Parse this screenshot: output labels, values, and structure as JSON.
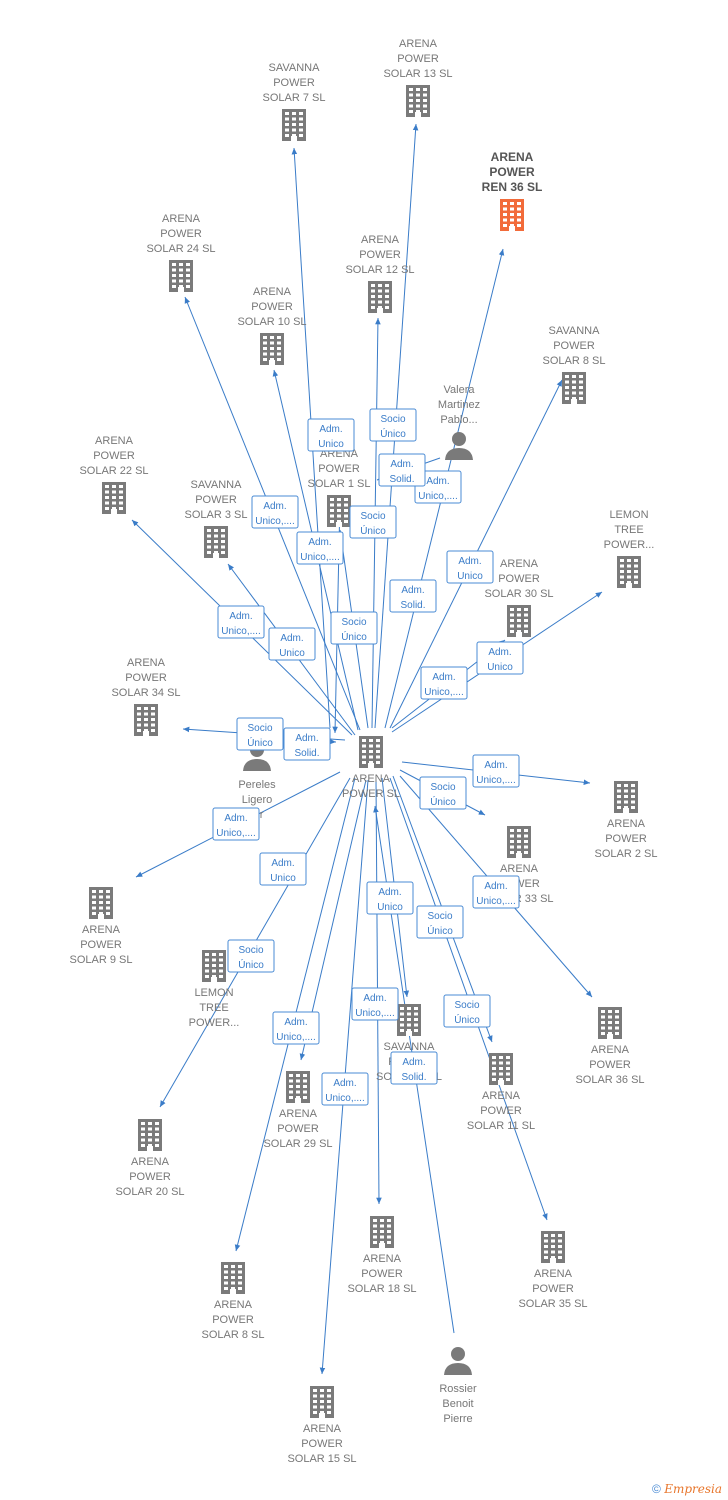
{
  "colors": {
    "edge": "#3a7cc8",
    "node": "#7a7a7a",
    "highlight": "#f26b3a"
  },
  "nodes": [
    {
      "id": "center",
      "type": "company",
      "lines": [
        "ARENA",
        "POWER  SL"
      ]
    },
    {
      "id": "sav7",
      "type": "company",
      "lines": [
        "SAVANNA",
        "POWER",
        "SOLAR 7  SL"
      ]
    },
    {
      "id": "ar13",
      "type": "company",
      "lines": [
        "ARENA",
        "POWER",
        "SOLAR 13  SL"
      ]
    },
    {
      "id": "ren36",
      "type": "company",
      "highlight": true,
      "lines": [
        "ARENA",
        "POWER",
        "REN 36  SL"
      ]
    },
    {
      "id": "ar24",
      "type": "company",
      "lines": [
        "ARENA",
        "POWER",
        "SOLAR 24  SL"
      ]
    },
    {
      "id": "ar12",
      "type": "company",
      "lines": [
        "ARENA",
        "POWER",
        "SOLAR 12  SL"
      ]
    },
    {
      "id": "ar10",
      "type": "company",
      "lines": [
        "ARENA",
        "POWER",
        "SOLAR 10  SL"
      ]
    },
    {
      "id": "sav8",
      "type": "company",
      "lines": [
        "SAVANNA",
        "POWER",
        "SOLAR 8  SL"
      ]
    },
    {
      "id": "valera",
      "type": "person",
      "lines": [
        "Valera",
        "Martinez",
        "Pablo..."
      ]
    },
    {
      "id": "ar22",
      "type": "company",
      "lines": [
        "ARENA",
        "POWER",
        "SOLAR 22  SL"
      ]
    },
    {
      "id": "ar1",
      "type": "company",
      "lines": [
        "ARENA",
        "POWER",
        "SOLAR 1  SL"
      ]
    },
    {
      "id": "sav3",
      "type": "company",
      "lines": [
        "SAVANNA",
        "POWER",
        "SOLAR 3  SL"
      ]
    },
    {
      "id": "lemon1",
      "type": "company",
      "lines": [
        "LEMON",
        "TREE",
        "POWER..."
      ]
    },
    {
      "id": "ar30",
      "type": "company",
      "lines": [
        "ARENA",
        "POWER",
        "SOLAR 30  SL"
      ]
    },
    {
      "id": "ar34",
      "type": "company",
      "lines": [
        "ARENA",
        "POWER",
        "SOLAR 34  SL"
      ]
    },
    {
      "id": "pereles",
      "type": "person",
      "lines": [
        "Pereles",
        "Ligero",
        "...r"
      ]
    },
    {
      "id": "ar2",
      "type": "company",
      "lines": [
        "ARENA",
        "POWER",
        "SOLAR 2  SL"
      ]
    },
    {
      "id": "ar33",
      "type": "company",
      "lines": [
        "ARENA",
        "POWER",
        "SOLAR 33  SL"
      ]
    },
    {
      "id": "ar9",
      "type": "company",
      "lines": [
        "ARENA",
        "POWER",
        "SOLAR 9  SL"
      ]
    },
    {
      "id": "lemon2",
      "type": "company",
      "lines": [
        "LEMON",
        "TREE",
        "POWER..."
      ]
    },
    {
      "id": "ar36",
      "type": "company",
      "lines": [
        "ARENA",
        "POWER",
        "SOLAR 36  SL"
      ]
    },
    {
      "id": "sav_s",
      "type": "company",
      "lines": [
        "SAVANNA",
        "POWER",
        "SOLAR ... SL"
      ]
    },
    {
      "id": "ar29",
      "type": "company",
      "lines": [
        "ARENA",
        "POWER",
        "SOLAR 29  SL"
      ]
    },
    {
      "id": "ar11",
      "type": "company",
      "lines": [
        "ARENA",
        "POWER",
        "SOLAR 11  SL"
      ]
    },
    {
      "id": "ar20",
      "type": "company",
      "lines": [
        "ARENA",
        "POWER",
        "SOLAR 20  SL"
      ]
    },
    {
      "id": "ar18",
      "type": "company",
      "lines": [
        "ARENA",
        "POWER",
        "SOLAR 18  SL"
      ]
    },
    {
      "id": "ar35",
      "type": "company",
      "lines": [
        "ARENA",
        "POWER",
        "SOLAR 35  SL"
      ]
    },
    {
      "id": "ar8",
      "type": "company",
      "lines": [
        "ARENA",
        "POWER",
        "SOLAR 8  SL"
      ]
    },
    {
      "id": "rossier",
      "type": "person",
      "lines": [
        "Rossier",
        "Benoit",
        "Pierre"
      ]
    },
    {
      "id": "ar15",
      "type": "company",
      "lines": [
        "ARENA",
        "POWER",
        "SOLAR 15  SL"
      ]
    }
  ],
  "edges": [
    {
      "from": "center",
      "to": "sav7",
      "label": [
        "Adm.",
        "Unico"
      ]
    },
    {
      "from": "center",
      "to": "ar13",
      "label": [
        "Socio",
        "Único"
      ]
    },
    {
      "from": "center",
      "to": "ren36",
      "label": [
        "Adm.",
        "Unico,...."
      ]
    },
    {
      "from": "center",
      "to": "ar24",
      "label": [
        "Adm.",
        "Unico,...."
      ]
    },
    {
      "from": "center",
      "to": "ar12",
      "label": [
        "Socio",
        "Único"
      ]
    },
    {
      "from": "center",
      "to": "ar10",
      "label": [
        "Adm.",
        "Unico,...."
      ]
    },
    {
      "from": "center",
      "to": "sav8",
      "label": [
        "Adm.",
        "Unico"
      ]
    },
    {
      "from": "valera",
      "to": "center",
      "label": [
        "Adm.",
        "Solid."
      ]
    },
    {
      "from": "center",
      "to": "ar22",
      "label": [
        "Adm.",
        "Unico,...."
      ]
    },
    {
      "from": "center",
      "to": "ar1",
      "label": [
        "Adm.",
        "Solid."
      ]
    },
    {
      "from": "center",
      "to": "sav3",
      "label": [
        "Adm.",
        "Unico"
      ]
    },
    {
      "from": "center",
      "to": "lemon1",
      "label": [
        "Adm.",
        "Unico"
      ]
    },
    {
      "from": "center",
      "to": "ar30",
      "label": [
        "Adm.",
        "Unico,...."
      ]
    },
    {
      "from": "center",
      "to": "ar34",
      "label": [
        "Socio",
        "Único"
      ]
    },
    {
      "from": "pereles",
      "to": "center",
      "label": [
        "Adm.",
        "Solid."
      ]
    },
    {
      "from": "center",
      "to": "ar2",
      "label": [
        "Adm.",
        "Unico,...."
      ]
    },
    {
      "from": "center",
      "to": "ar33",
      "label": [
        "Socio",
        "Único"
      ]
    },
    {
      "from": "center",
      "to": "ar9",
      "label": [
        "Adm.",
        "Unico,...."
      ]
    },
    {
      "from": "center",
      "to": "ar36",
      "label": [
        "Adm.",
        "Unico,...."
      ]
    },
    {
      "from": "center",
      "to": "ar20",
      "label": [
        "Adm.",
        "Unico"
      ]
    },
    {
      "from": "center",
      "to": "ar18",
      "label": [
        "Adm.",
        "Unico"
      ]
    },
    {
      "from": "center",
      "to": "ar11",
      "label": [
        "Socio",
        "Único"
      ]
    },
    {
      "from": "center",
      "to": "ar8",
      "label": [
        "Socio",
        "Único"
      ]
    },
    {
      "from": "center",
      "to": "sav_s",
      "label": [
        "Adm.",
        "Unico,...."
      ]
    },
    {
      "from": "center",
      "to": "ar35",
      "label": [
        "Socio",
        "Único"
      ]
    },
    {
      "from": "center",
      "to": "ar29",
      "label": [
        "Adm.",
        "Unico,...."
      ]
    },
    {
      "from": "center",
      "to": "ar15",
      "label": [
        "Adm.",
        "Unico,...."
      ]
    },
    {
      "from": "rossier",
      "to": "center",
      "label": [
        "Adm.",
        "Solid."
      ]
    },
    {
      "from": "center",
      "to": "ar1",
      "label": [
        "Socio",
        "Único"
      ]
    }
  ],
  "footer": {
    "copyright_symbol": "©",
    "brand": "Empresia"
  }
}
